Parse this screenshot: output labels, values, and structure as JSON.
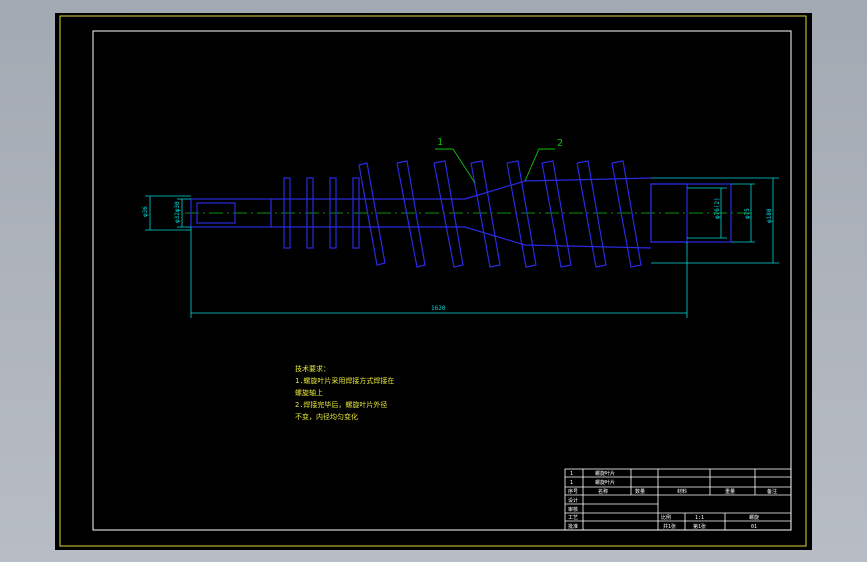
{
  "drawing": {
    "labels": {
      "part_1": "1",
      "part_2": "2"
    },
    "dimensions": {
      "left_outer": "φ36",
      "left_inner": "φ32φ30",
      "shaft_inner": "φ76(2)",
      "shaft_mid": "φ75",
      "shaft_outer": "φ180",
      "overall_length": "1620"
    },
    "notes": {
      "heading": "技术要求：",
      "line1": "1.螺旋叶片采用焊接方式焊接在",
      "line2": "螺旋轴上",
      "line3": "2.焊接完毕后，螺旋叶片外径",
      "line4": "不变，内径均匀变化"
    },
    "title_block": {
      "row1_no": "1",
      "row1_name": "螺旋叶片",
      "row2_no": "1",
      "row2_name": "螺旋叶片",
      "header_no": "序号",
      "header_name": "名称",
      "header_qty": "数量",
      "header_material": "材料",
      "header_weight": "重量",
      "header_remark": "备注",
      "design": "设计",
      "check": "审核",
      "process": "工艺",
      "approve": "批准",
      "scale_label": "比例",
      "scale_value": "1:1",
      "drawing_name": "螺旋",
      "sheet_label": "共1张",
      "sheet_no": "第1张",
      "drawing_code": "01"
    },
    "colors": {
      "frame": "#d8d838",
      "border": "#ffffff",
      "part": "#2a2ae0",
      "dimension": "#00d8d8",
      "centerline": "#10c010",
      "leader": "#10c010",
      "note_text": "#e8e838",
      "title_line": "#ffffff"
    }
  }
}
